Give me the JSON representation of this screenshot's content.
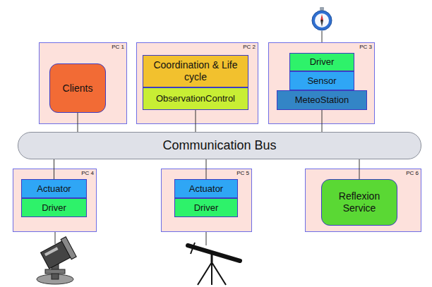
{
  "diagram": {
    "nodes": [
      {
        "text": [
          "PC 1"
        ]
      },
      {
        "text": [
          "Clients"
        ],
        "in": 0
      },
      {
        "text": [
          "PC 2"
        ]
      },
      {
        "text": [
          "Coordination & Life cycle"
        ],
        "in": 2
      },
      {
        "text": [
          "ObservationControl"
        ],
        "in": 2
      },
      {
        "text": [
          "PC 3"
        ]
      },
      {
        "text": [
          "Driver"
        ],
        "in": 5
      },
      {
        "text": [
          "Sensor"
        ],
        "in": 5
      },
      {
        "text": [
          "MeteoStation"
        ],
        "in": 5
      },
      {
        "text": [
          "Communication Bus"
        ]
      },
      {
        "text": [
          "PC 4"
        ]
      },
      {
        "text": [
          "Actuator"
        ],
        "in": 10
      },
      {
        "text": [
          "Driver"
        ],
        "in": 10
      },
      {
        "text": [
          "PC 5"
        ]
      },
      {
        "text": [
          "Actuator"
        ],
        "in": 13
      },
      {
        "text": [
          "Driver"
        ],
        "in": 13
      },
      {
        "text": [
          "PC 6"
        ]
      },
      {
        "text": [
          "Reflexion Service"
        ],
        "in": 16
      }
    ],
    "edges": [
      {
        "from": 1,
        "to": 9,
        "arrow": "none"
      },
      {
        "from": 4,
        "to": 9,
        "arrow": "none"
      },
      {
        "from": 8,
        "to": 9,
        "arrow": "none"
      },
      {
        "from": 9,
        "to": 11,
        "arrow": "none"
      },
      {
        "from": 9,
        "to": 14,
        "arrow": "none"
      },
      {
        "from": 9,
        "to": 17,
        "arrow": "none"
      }
    ]
  }
}
